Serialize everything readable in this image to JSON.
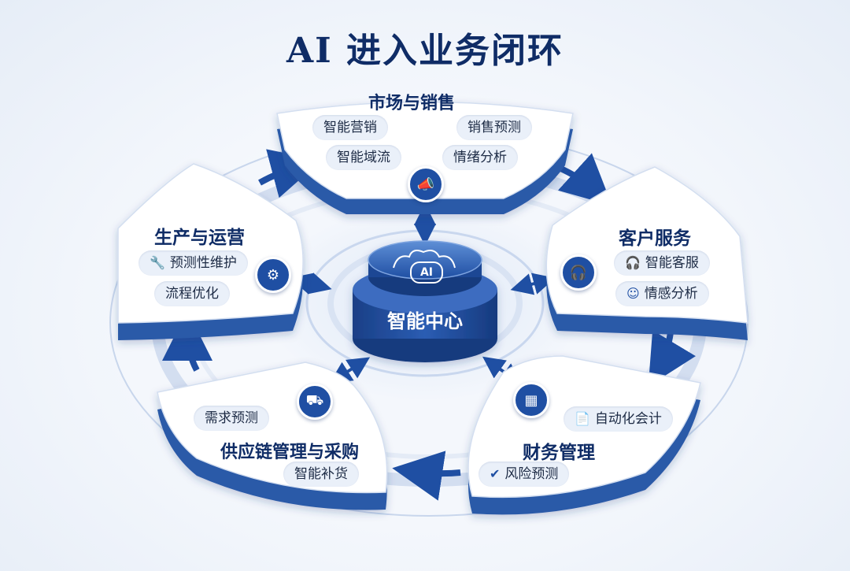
{
  "title": "AI 进入业务闭环",
  "center": {
    "label": "智能中心",
    "badge": "AI",
    "icon": "brain-icon"
  },
  "modules": {
    "market": {
      "title": "市场与销售",
      "hub_icon": "megaphone-icon",
      "items": [
        "智能营销",
        "销售预测",
        "智能域流",
        "情绪分析"
      ]
    },
    "customer": {
      "title": "客户服务",
      "hub_icon": "headset-icon",
      "items": [
        {
          "label": "智能客服",
          "icon": "headset-icon"
        },
        {
          "label": "情感分析",
          "icon": "smiley-icon"
        }
      ]
    },
    "finance": {
      "title": "财务管理",
      "hub_icon": "invoice-icon",
      "items": [
        {
          "label": "自动化会计",
          "icon": "document-icon"
        },
        {
          "label": "风险预测",
          "icon": "shield-check-icon"
        }
      ]
    },
    "supply": {
      "title": "供应链管理与采购",
      "hub_icon": "truck-icon",
      "items": [
        "需求预测",
        "智能补货"
      ]
    },
    "production": {
      "title": "生产与运营",
      "hub_icon": "gear-icon",
      "items": [
        {
          "label": "预测性维护",
          "icon": "wrench-icon"
        },
        {
          "label": "流程优化",
          "icon": ""
        }
      ]
    }
  },
  "colors": {
    "primary": "#1f4fa3",
    "dark": "#0f2c66",
    "pill": "#eaf0f9"
  }
}
